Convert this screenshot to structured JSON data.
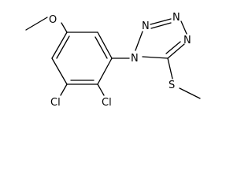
{
  "molecule": {
    "atoms": {
      "n1": "N",
      "n2": "N",
      "n3": "N",
      "n4": "N",
      "o": "O",
      "cl_left": "Cl",
      "cl_right": "Cl",
      "s": "S"
    },
    "colors": {
      "ink": "#000000",
      "background": "#ffffff"
    }
  }
}
